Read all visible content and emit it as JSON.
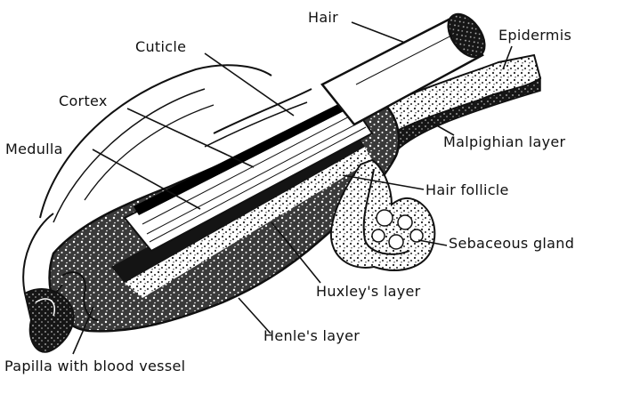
{
  "labels": {
    "hair": "Hair",
    "epidermis": "Epidermis",
    "cuticle": "Cuticle",
    "cortex": "Cortex",
    "medulla": "Medulla",
    "malpighian": "Malpighian layer",
    "follicle": "Hair follicle",
    "sebaceous": "Sebaceous gland",
    "huxley": "Huxley's layer",
    "henle": "Henle's layer",
    "papilla": "Papilla with blood vessel"
  }
}
